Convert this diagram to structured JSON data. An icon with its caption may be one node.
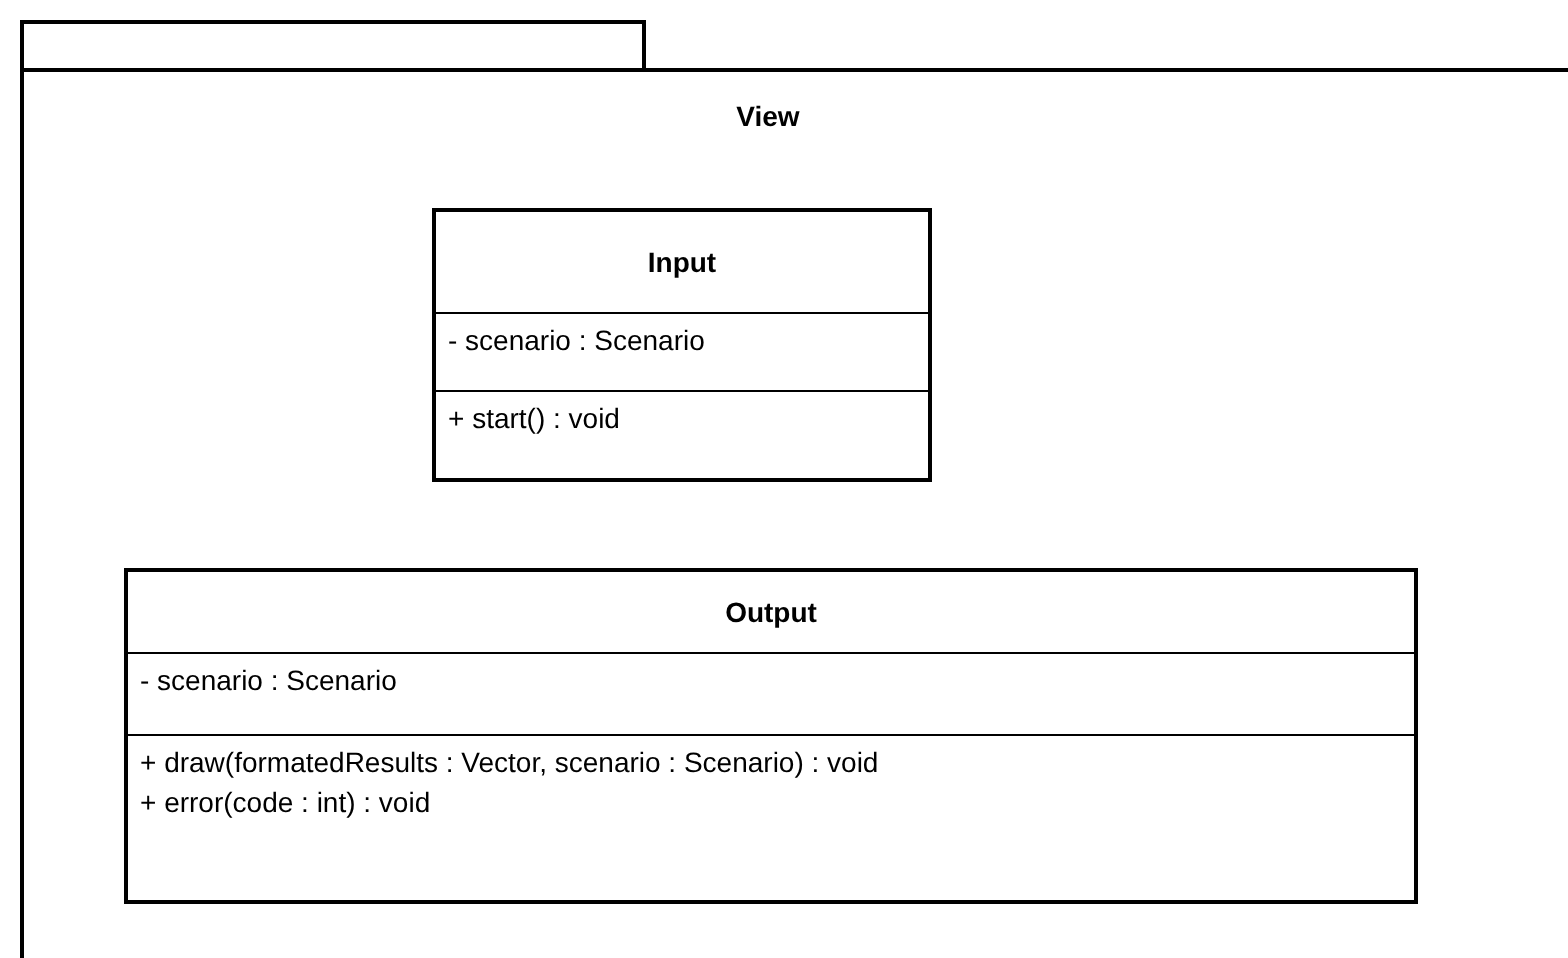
{
  "diagram": {
    "nodes": [
      {
        "text": [
          "View"
        ]
      },
      {
        "text": [
          "Input",
          "- scenario : Scenario",
          "+ start() : void"
        ],
        "in": 0
      },
      {
        "text": [
          "Output",
          "- scenario : Scenario",
          "+ draw(formatedResults : Vector, scenario : Scenario) : void",
          "+ error(code : int) : void"
        ],
        "in": 0
      }
    ]
  }
}
